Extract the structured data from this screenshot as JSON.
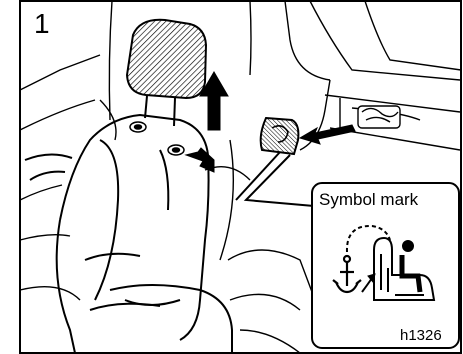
{
  "figure": {
    "step_number": "1",
    "inset_title": "Symbol mark",
    "figure_code": "h1326"
  },
  "icons": {
    "headrest": "headrest-icon",
    "up_arrow": "up-arrow-icon",
    "push_arrow": "push-arrow-icon",
    "pointer_arrow": "pointer-arrow-icon",
    "anchor_cover": "anchor-cover-icon",
    "anchor": "anchor-icon",
    "child_seat": "child-seat-icon"
  },
  "colors": {
    "ink": "#000000",
    "paper": "#ffffff"
  }
}
